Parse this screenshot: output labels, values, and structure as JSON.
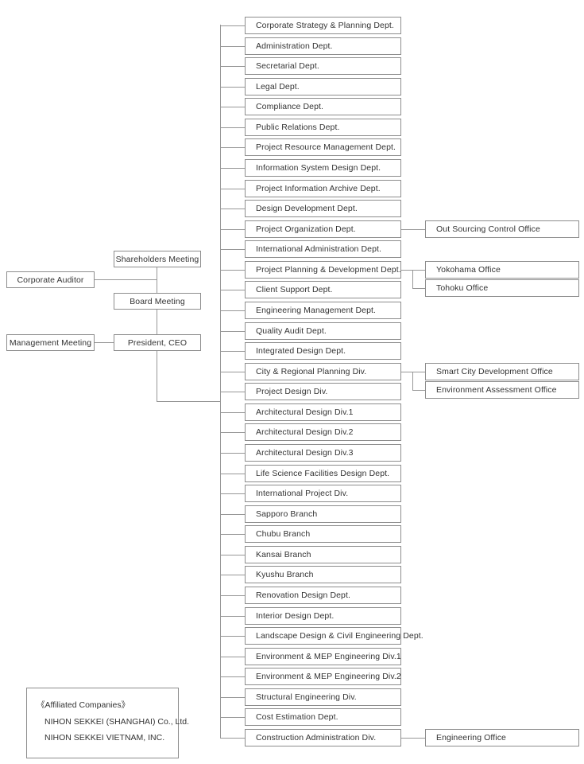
{
  "governance": {
    "shareholders_meeting": "Shareholders Meeting",
    "corporate_auditor": "Corporate Auditor",
    "board_meeting": "Board Meeting",
    "management_meeting": "Management Meeting",
    "president_ceo": "President, CEO"
  },
  "departments": [
    "Corporate Strategy & Planning Dept.",
    "Administration Dept.",
    "Secretarial Dept.",
    "Legal Dept.",
    "Compliance Dept.",
    "Public Relations Dept.",
    "Project Resource Management Dept.",
    "Information System Design Dept.",
    "Project Information Archive Dept.",
    "Design Development Dept.",
    "Project Organization Dept.",
    "International Administration Dept.",
    "Project Planning & Development Dept.",
    "Client Support Dept.",
    "Engineering Management Dept.",
    "Quality Audit Dept.",
    "Integrated Design Dept.",
    "City & Regional Planning Div.",
    "Project Design Div.",
    "Architectural Design Div.1",
    "Architectural Design Div.2",
    "Architectural Design Div.3",
    "Life Science Facilities Design Dept.",
    "International Project Div.",
    "Sapporo Branch",
    "Chubu Branch",
    "Kansai Branch",
    "Kyushu Branch",
    "Renovation Design Dept.",
    "Interior Design Dept.",
    "Landscape Design & Civil Engineering Dept.",
    "Environment & MEP Engineering Div.1",
    "Environment & MEP Engineering Div.2",
    "Structural Engineering Div.",
    "Cost Estimation Dept.",
    "Construction Administration Div."
  ],
  "offices": [
    {
      "label": "Out Sourcing Control Office",
      "parent": "Project Organization Dept.",
      "parent_index": 10,
      "slot": "first"
    },
    {
      "label": "Yokohama Office",
      "parent": "Project Planning & Development Dept.",
      "parent_index": 12,
      "slot": "first"
    },
    {
      "label": "Tohoku Office",
      "parent": "Project Planning & Development Dept.",
      "parent_index": 12,
      "slot": "second"
    },
    {
      "label": "Smart City Development Office",
      "parent": "City & Regional Planning Div.",
      "parent_index": 17,
      "slot": "first"
    },
    {
      "label": "Environment Assessment Office",
      "parent": "City & Regional Planning Div.",
      "parent_index": 17,
      "slot": "second"
    },
    {
      "label": "Engineering Office",
      "parent": "Construction Administration Div.",
      "parent_index": 35,
      "slot": "first"
    }
  ],
  "affiliated": {
    "title": "《Affiliated Companies》",
    "companies": [
      "NIHON SEKKEI (SHANGHAI) Co., Ltd.",
      "NIHON SEKKEI VIETNAM, INC."
    ]
  },
  "colors": {
    "line": "#979797",
    "border": "#8d8d8d",
    "text": "#333333",
    "background": "#ffffff"
  }
}
